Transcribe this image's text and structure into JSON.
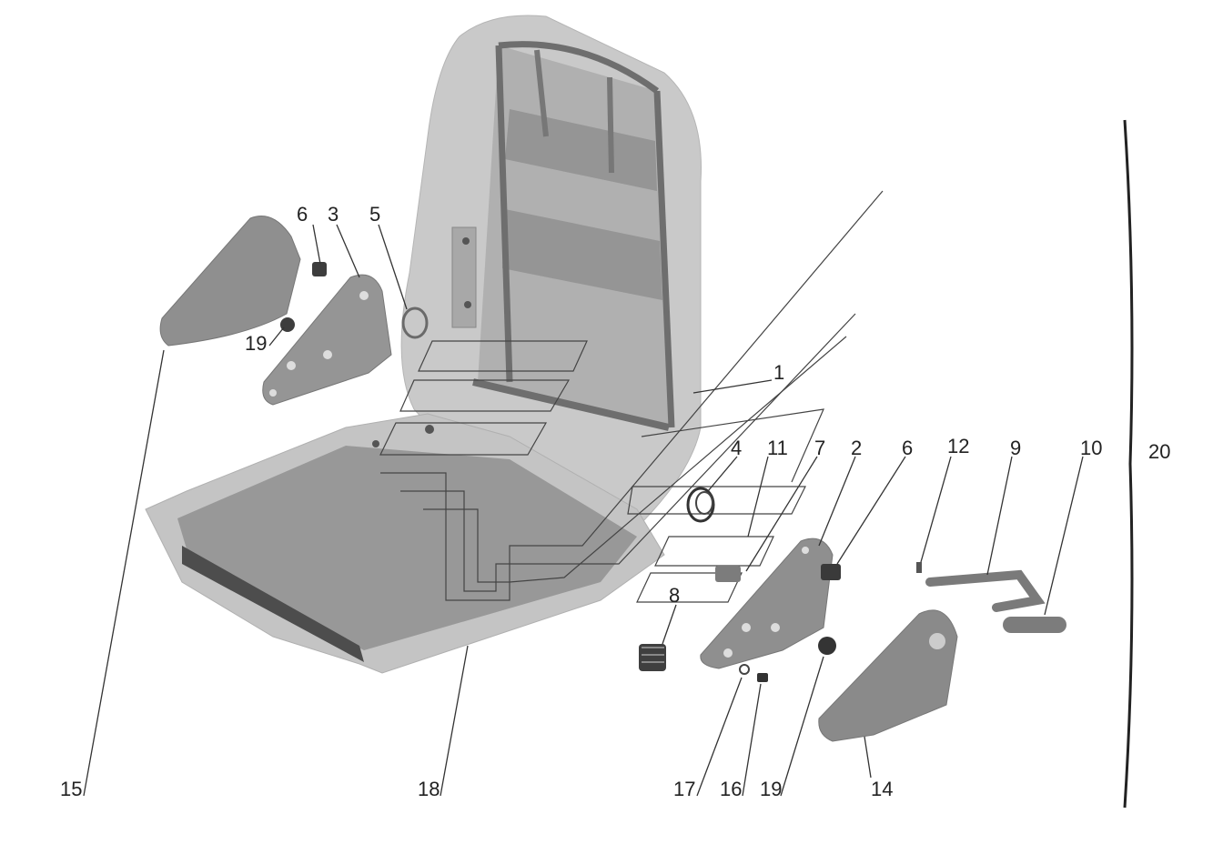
{
  "diagram": {
    "callouts": {
      "c1": "1",
      "c2": "2",
      "c3": "3",
      "c4": "4",
      "c5": "5",
      "c6a": "6",
      "c6b": "6",
      "c7": "7",
      "c8": "8",
      "c9": "9",
      "c10": "10",
      "c11": "11",
      "c12": "12",
      "c14": "14",
      "c15": "15",
      "c16": "16",
      "c17": "17",
      "c18": "18",
      "c19a": "19",
      "c19b": "19",
      "c20": "20"
    },
    "colors": {
      "background": "#ffffff",
      "part_fill": "#8f8f8f",
      "part_dark": "#5e5e5e",
      "shell_fill": "#c9c9c9",
      "line": "#333333"
    }
  }
}
